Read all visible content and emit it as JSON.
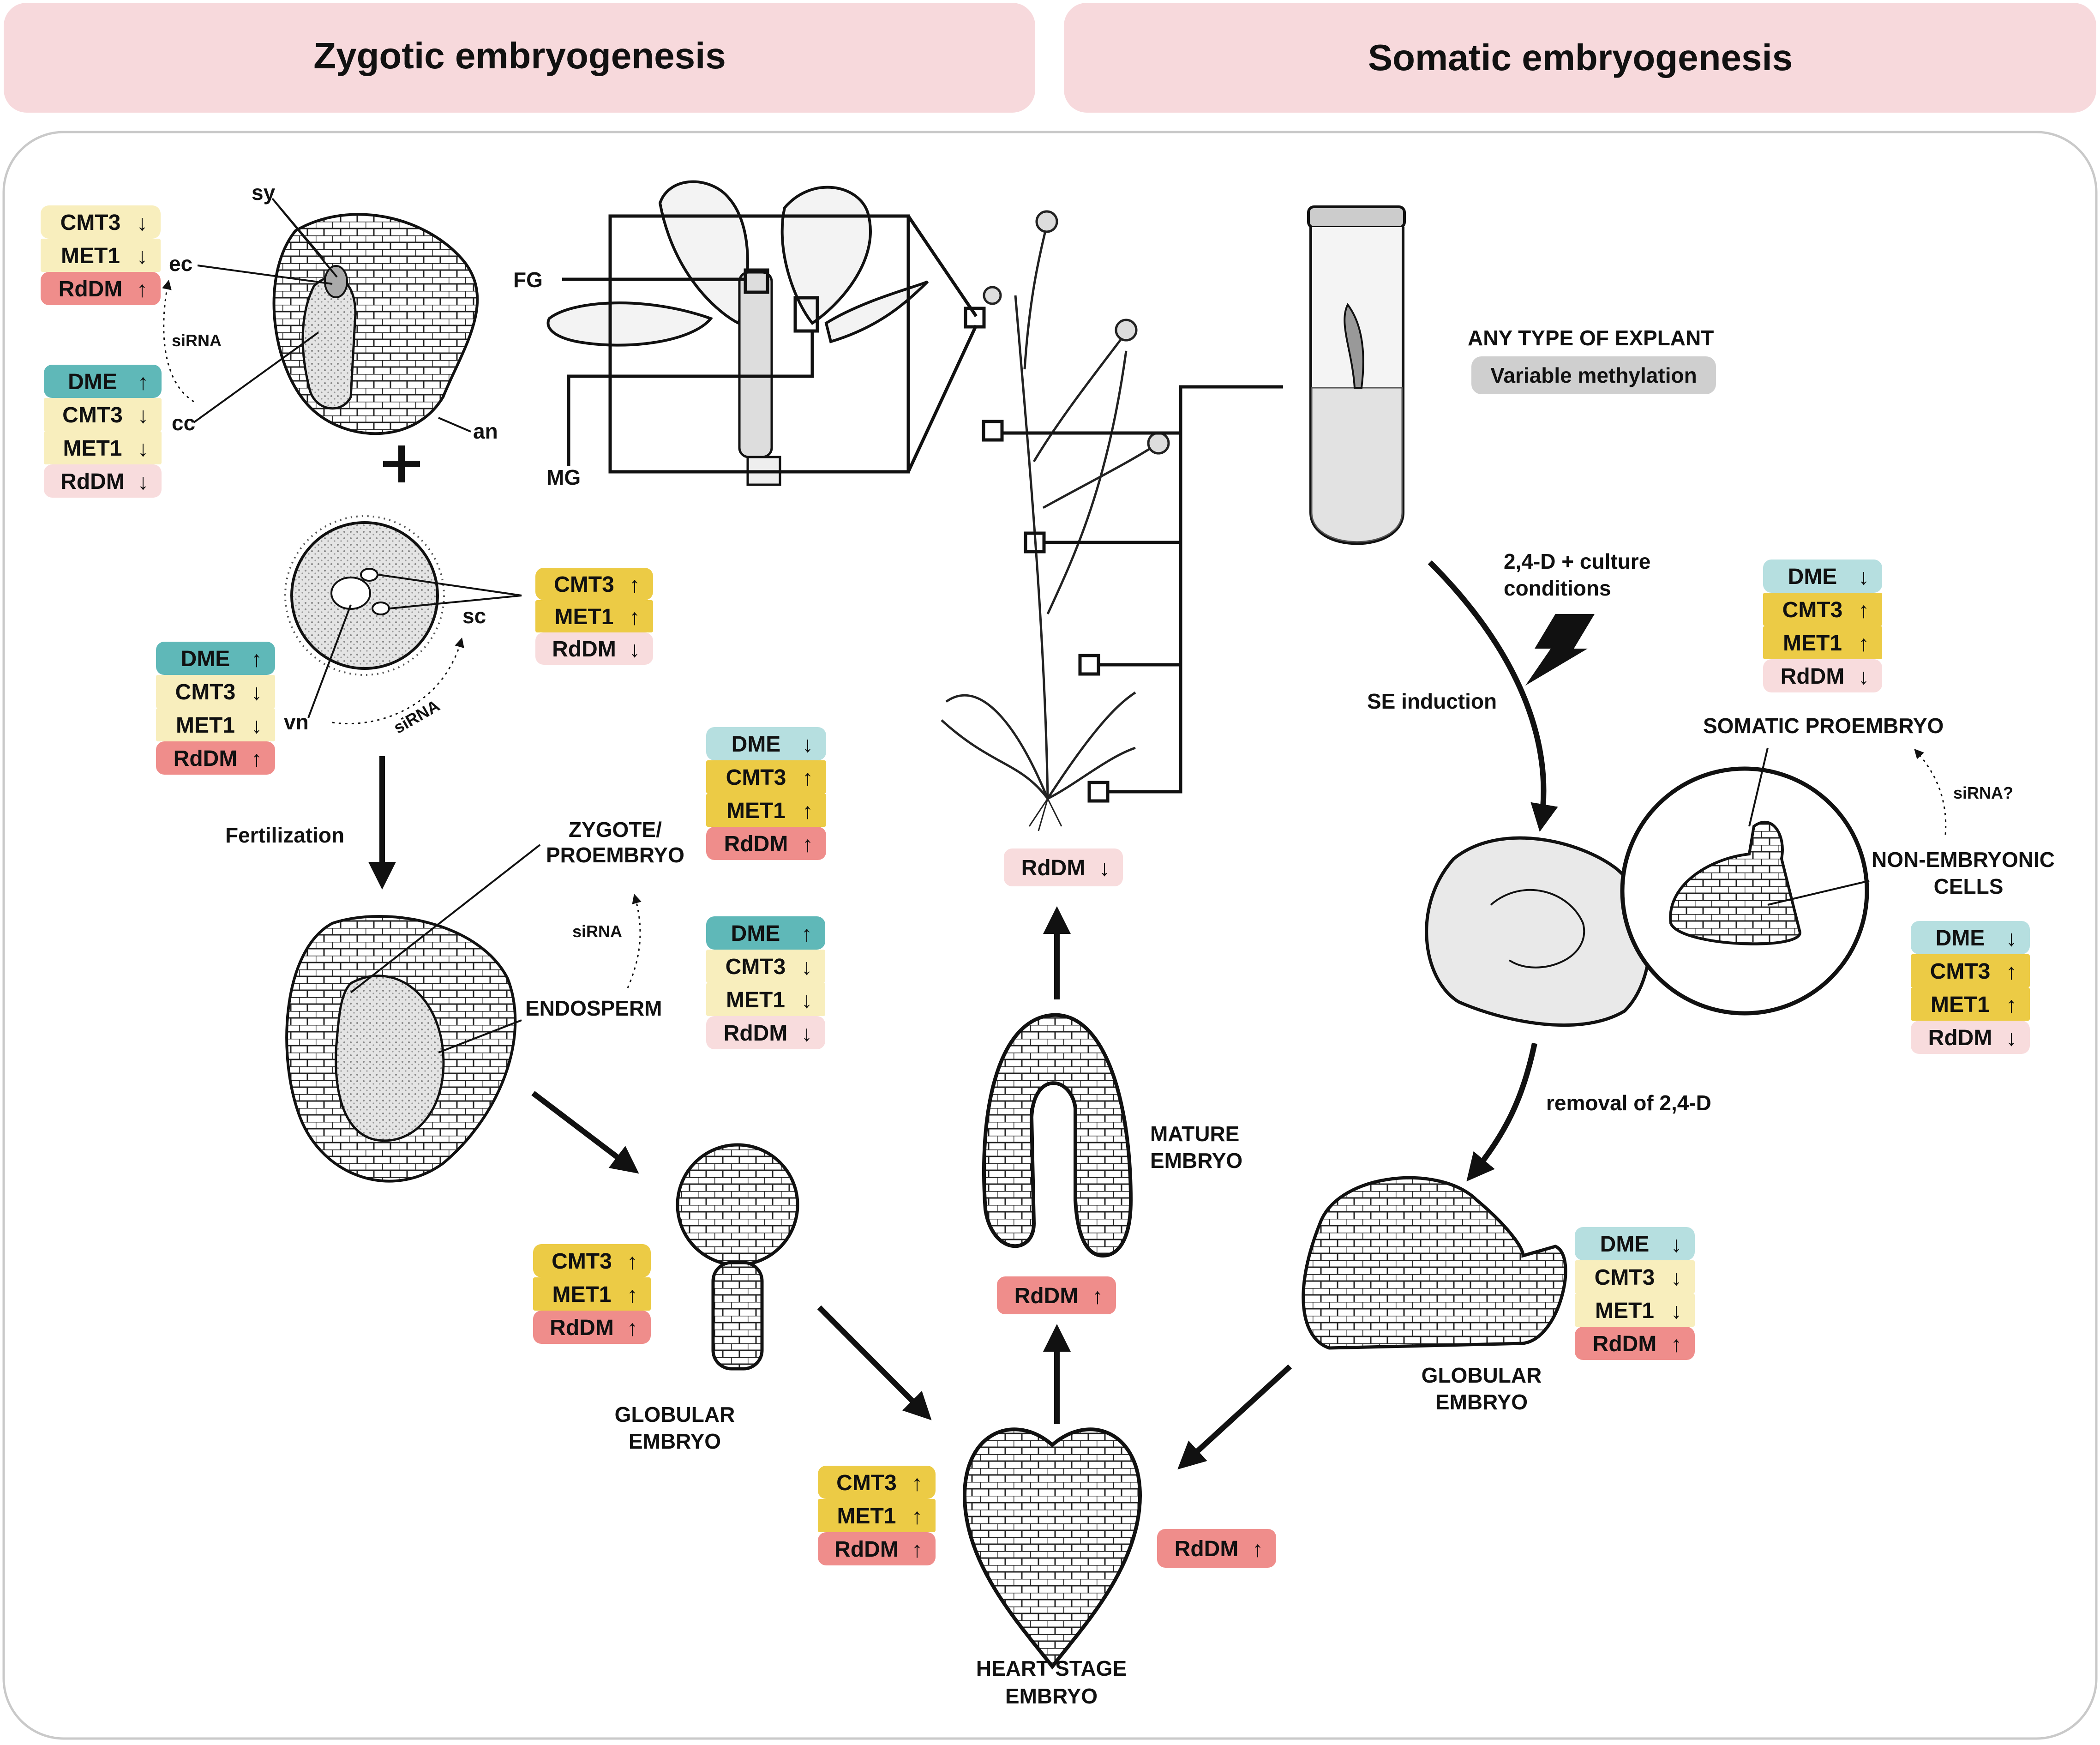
{
  "headers": {
    "left": "Zygotic embryogenesis",
    "right": "Somatic embryogenesis"
  },
  "colors": {
    "header_bg": "#f7d9dc",
    "cream": "#f8eebd",
    "gold": "#eccb45",
    "red": "#ef8d8b",
    "pink": "#f8dcdd",
    "teal": "#5fb8b8",
    "light_teal": "#b6dfe0",
    "grey": "#cfcfcf"
  },
  "arrow_glyph": {
    "up": "↑",
    "down": "↓"
  },
  "labels": {
    "sy": "sy",
    "ec": "ec",
    "cc": "cc",
    "an": "an",
    "fg": "FG",
    "mg": "MG",
    "sc": "sc",
    "vn": "vn",
    "sirna": "siRNA",
    "sirna_q": "siRNA?",
    "fertilization": "Fertilization",
    "zygote_1": "ZYGOTE/",
    "zygote_2": "PROEMBRYO",
    "endosperm": "ENDOSPERM",
    "globular_1": "GLOBULAR",
    "globular_2": "EMBRYO",
    "heart_1": "HEART STAGE",
    "heart_2": "EMBRYO",
    "mature_1": "MATURE",
    "mature_2": "EMBRYO",
    "explant": "ANY TYPE  OF EXPLANT",
    "variable_methylation": "Variable methylation",
    "culture_1": "2,4-D + culture",
    "culture_2": "conditions",
    "se_induction": "SE induction",
    "somatic_proembryo": "SOMATIC PROEMBRYO",
    "nonembryonic_1": "NON-EMBRYONIC",
    "nonembryonic_2": "CELLS",
    "removal": "removal of 2,4-D",
    "sglobular_1": "GLOBULAR",
    "sglobular_2": "EMBRYO"
  },
  "marker_groups": [
    {
      "id": "egg-cell",
      "items": [
        {
          "name": "CMT3",
          "dir": "down",
          "color": "cream"
        },
        {
          "name": "MET1",
          "dir": "down",
          "color": "cream"
        },
        {
          "name": "RdDM",
          "dir": "up",
          "color": "red"
        }
      ]
    },
    {
      "id": "central-cell",
      "items": [
        {
          "name": "DME",
          "dir": "up",
          "color": "teal"
        },
        {
          "name": "CMT3",
          "dir": "down",
          "color": "cream"
        },
        {
          "name": "MET1",
          "dir": "down",
          "color": "cream"
        },
        {
          "name": "RdDM",
          "dir": "down",
          "color": "pink"
        }
      ]
    },
    {
      "id": "sperm-cells",
      "items": [
        {
          "name": "CMT3",
          "dir": "up",
          "color": "gold"
        },
        {
          "name": "MET1",
          "dir": "up",
          "color": "gold"
        },
        {
          "name": "RdDM",
          "dir": "down",
          "color": "pink"
        }
      ]
    },
    {
      "id": "vegetative-nucleus",
      "items": [
        {
          "name": "DME",
          "dir": "up",
          "color": "teal"
        },
        {
          "name": "CMT3",
          "dir": "down",
          "color": "cream"
        },
        {
          "name": "MET1",
          "dir": "down",
          "color": "cream"
        },
        {
          "name": "RdDM",
          "dir": "up",
          "color": "red"
        }
      ]
    },
    {
      "id": "zygote",
      "items": [
        {
          "name": "DME",
          "dir": "down",
          "color": "light_teal"
        },
        {
          "name": "CMT3",
          "dir": "up",
          "color": "gold"
        },
        {
          "name": "MET1",
          "dir": "up",
          "color": "gold"
        },
        {
          "name": "RdDM",
          "dir": "up",
          "color": "red"
        }
      ]
    },
    {
      "id": "endosperm",
      "items": [
        {
          "name": "DME",
          "dir": "up",
          "color": "teal"
        },
        {
          "name": "CMT3",
          "dir": "down",
          "color": "cream"
        },
        {
          "name": "MET1",
          "dir": "down",
          "color": "cream"
        },
        {
          "name": "RdDM",
          "dir": "down",
          "color": "pink"
        }
      ]
    },
    {
      "id": "globular-zygotic",
      "items": [
        {
          "name": "CMT3",
          "dir": "up",
          "color": "gold"
        },
        {
          "name": "MET1",
          "dir": "up",
          "color": "gold"
        },
        {
          "name": "RdDM",
          "dir": "up",
          "color": "red"
        }
      ]
    },
    {
      "id": "heart-zygotic",
      "items": [
        {
          "name": "CMT3",
          "dir": "up",
          "color": "gold"
        },
        {
          "name": "MET1",
          "dir": "up",
          "color": "gold"
        },
        {
          "name": "RdDM",
          "dir": "up",
          "color": "red"
        }
      ]
    },
    {
      "id": "heart-somatic",
      "items": [
        {
          "name": "RdDM",
          "dir": "up",
          "color": "red"
        }
      ]
    },
    {
      "id": "mature",
      "items": [
        {
          "name": "RdDM",
          "dir": "up",
          "color": "red"
        }
      ]
    },
    {
      "id": "plant",
      "items": [
        {
          "name": "RdDM",
          "dir": "down",
          "color": "pink"
        }
      ]
    },
    {
      "id": "somatic-proembryo",
      "items": [
        {
          "name": "DME",
          "dir": "down",
          "color": "light_teal"
        },
        {
          "name": "CMT3",
          "dir": "up",
          "color": "gold"
        },
        {
          "name": "MET1",
          "dir": "up",
          "color": "gold"
        },
        {
          "name": "RdDM",
          "dir": "down",
          "color": "pink"
        }
      ]
    },
    {
      "id": "non-embryonic",
      "items": [
        {
          "name": "DME",
          "dir": "down",
          "color": "light_teal"
        },
        {
          "name": "CMT3",
          "dir": "up",
          "color": "gold"
        },
        {
          "name": "MET1",
          "dir": "up",
          "color": "gold"
        },
        {
          "name": "RdDM",
          "dir": "down",
          "color": "pink"
        }
      ]
    },
    {
      "id": "globular-somatic",
      "items": [
        {
          "name": "DME",
          "dir": "down",
          "color": "light_teal"
        },
        {
          "name": "CMT3",
          "dir": "down",
          "color": "cream"
        },
        {
          "name": "MET1",
          "dir": "down",
          "color": "cream"
        },
        {
          "name": "RdDM",
          "dir": "up",
          "color": "red"
        }
      ]
    }
  ]
}
